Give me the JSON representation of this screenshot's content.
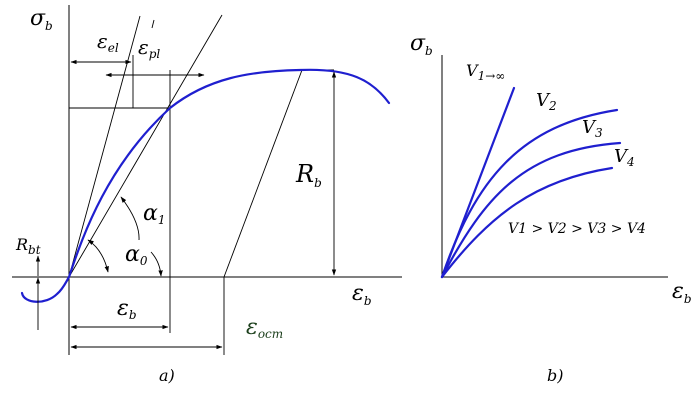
{
  "figure_a": {
    "axis_y": {
      "main": "σ",
      "sub": "b"
    },
    "axis_x": {
      "main": "ε",
      "sub": "b"
    },
    "eps_el": {
      "main": "ε",
      "sub": "el"
    },
    "eps_pl": {
      "main": "ε",
      "sub": "pl"
    },
    "Rb": {
      "main": "R",
      "sub": "b"
    },
    "Rbt": {
      "main": "R",
      "sub": "bt"
    },
    "alpha1": {
      "main": "α",
      "sub": "1"
    },
    "alpha0": {
      "main": "α",
      "sub": "0"
    },
    "eps_b": {
      "main": "ε",
      "sub": "b"
    },
    "eps_ost": {
      "main": "ε",
      "sub": "ocm"
    },
    "caption": "a)"
  },
  "figure_b": {
    "axis_y": {
      "main": "σ",
      "sub": "b"
    },
    "axis_x": {
      "main": "ε",
      "sub": "b"
    },
    "v1": {
      "main": "V",
      "sub": "1→∞"
    },
    "v2": {
      "main": "V",
      "sub": "2"
    },
    "v3": {
      "main": "V",
      "sub": "3"
    },
    "v4": {
      "main": "V",
      "sub": "4"
    },
    "relation": "V1 > V2 > V3 > V4",
    "caption": "b)"
  },
  "colors": {
    "curve": "#1f1fcf",
    "ink": "#000000"
  }
}
